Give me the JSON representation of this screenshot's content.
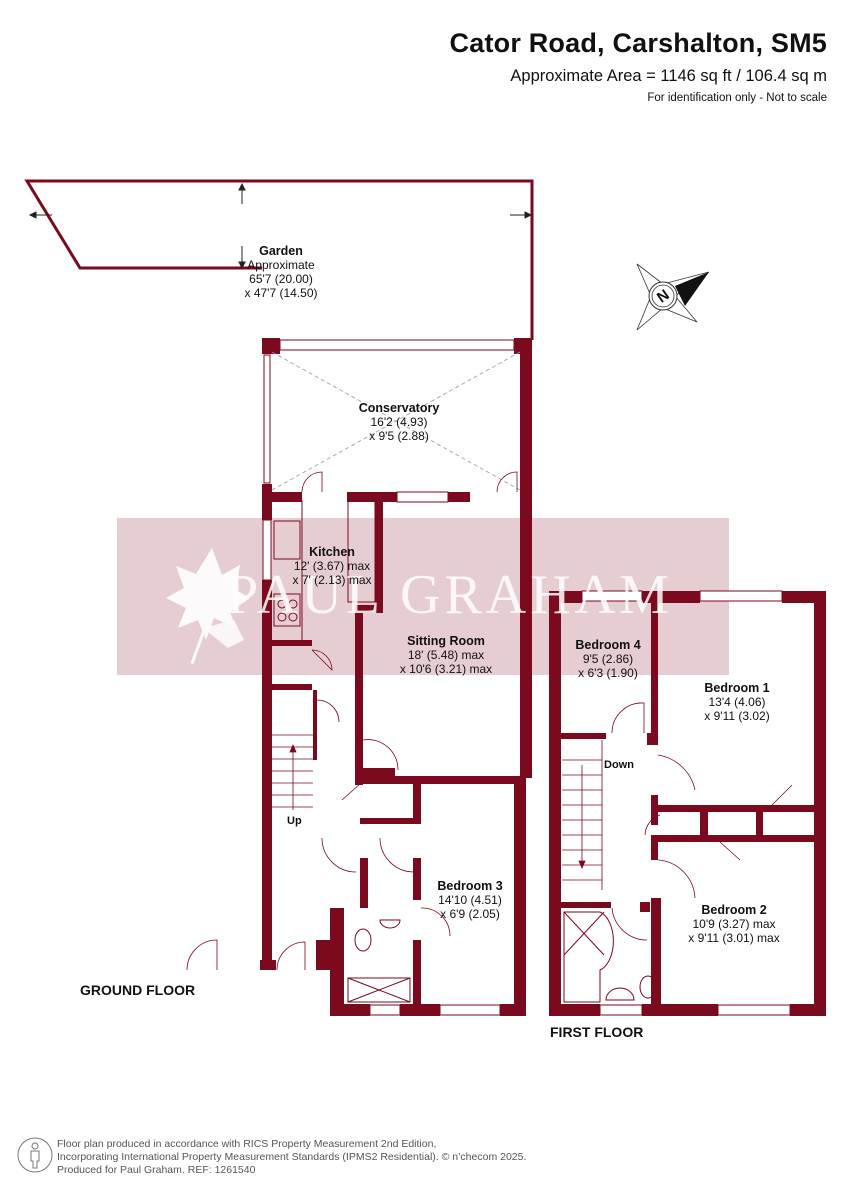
{
  "header": {
    "title": "Cator Road, Carshalton, SM5",
    "area": "Approximate Area = 1146 sq ft / 106.4 sq m",
    "note": "For identification only - Not to scale"
  },
  "watermark": {
    "text": "PAUL GRAHAM",
    "icon": "leaf-icon",
    "color": "#e6cdd2"
  },
  "colors": {
    "wall": "#7b0a1e",
    "text": "#111111"
  },
  "compass": {
    "icon": "compass-north-icon",
    "letter": "N"
  },
  "ground_floor": {
    "label": "GROUND FLOOR",
    "stairs_label": "Up",
    "rooms": [
      {
        "name": "Garden",
        "line1": "Approximate",
        "line2": "65'7 (20.00)",
        "line3": "x 47'7 (14.50)"
      },
      {
        "name": "Conservatory",
        "line1": "16'2 (4.93)",
        "line2": "x 9'5 (2.88)"
      },
      {
        "name": "Kitchen",
        "line1": "12' (3.67) max",
        "line2": "x 7' (2.13) max"
      },
      {
        "name": "Sitting Room",
        "line1": "18' (5.48) max",
        "line2": "x 10'6 (3.21) max"
      },
      {
        "name": "Bedroom 3",
        "line1": "14'10 (4.51)",
        "line2": "x 6'9 (2.05)"
      }
    ]
  },
  "first_floor": {
    "label": "FIRST FLOOR",
    "stairs_label": "Down",
    "rooms": [
      {
        "name": "Bedroom 4",
        "line1": "9'5 (2.86)",
        "line2": "x 6'3 (1.90)"
      },
      {
        "name": "Bedroom 1",
        "line1": "13'4 (4.06)",
        "line2": "x 9'11 (3.02)"
      },
      {
        "name": "Bedroom 2",
        "line1": "10'9 (3.27) max",
        "line2": "x 9'11 (3.01) max"
      }
    ]
  },
  "footer": {
    "line1": "Floor plan produced in accordance with RICS Property Measurement 2nd Edition,",
    "line2": "Incorporating International Property Measurement Standards (IPMS2 Residential).   © n’checom 2025.",
    "line3": "Produced for Paul Graham.   REF: 1261540"
  }
}
